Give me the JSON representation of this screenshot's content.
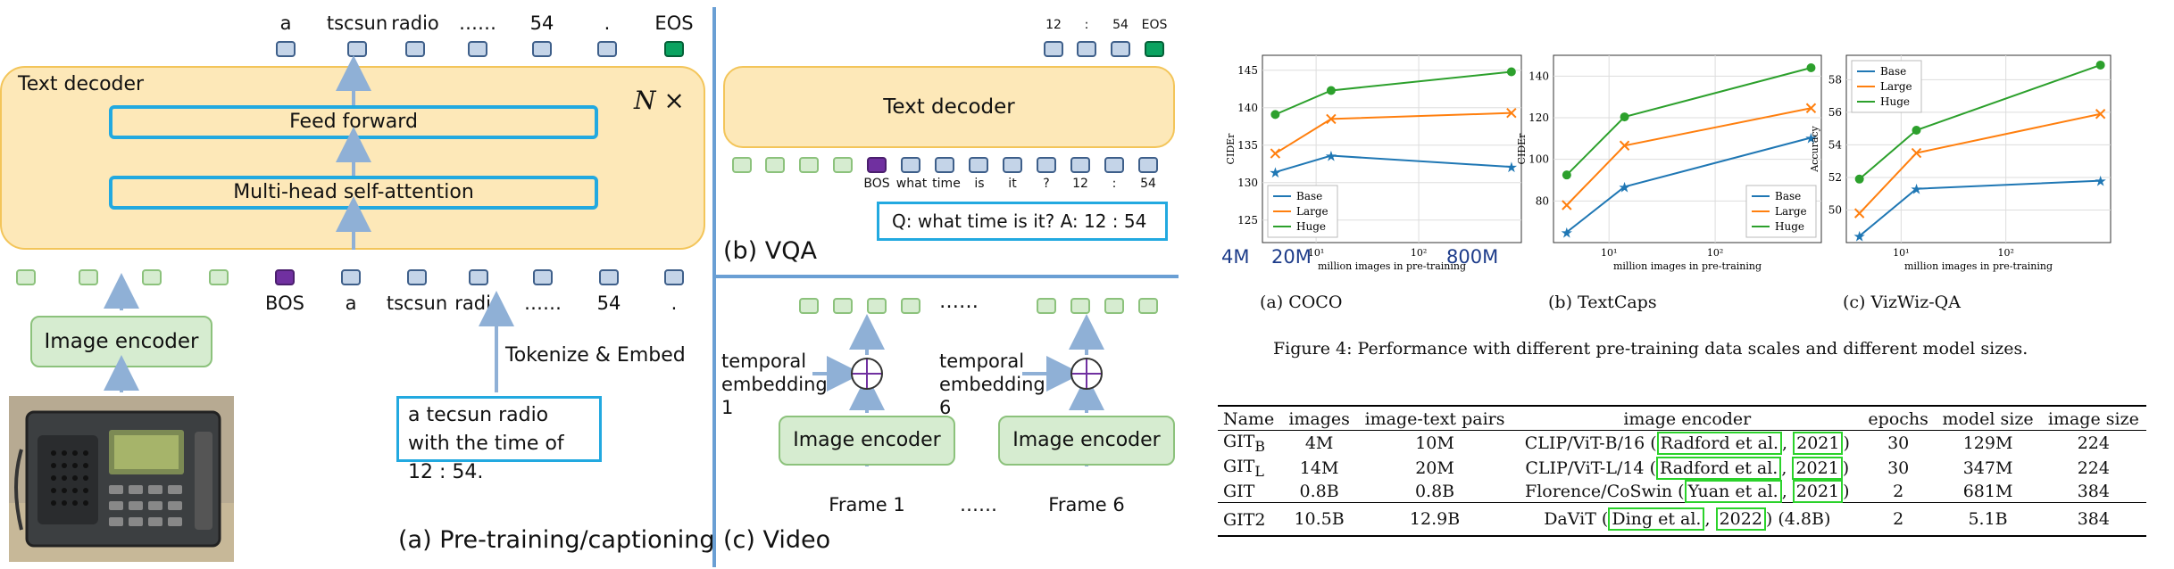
{
  "pretrain": {
    "out_tokens": [
      "a",
      "tscsun",
      "radio",
      "……",
      "54",
      ".",
      "EOS"
    ],
    "decoder_title": "Text decoder",
    "nx": "N ×",
    "ff": "Feed forward",
    "mhsa": "Multi-head self-attention",
    "in_tokens": [
      "BOS",
      "a",
      "tscsun",
      "radio",
      "……",
      "54",
      "."
    ],
    "image_encoder": "Image encoder",
    "tokenize": "Tokenize & Embed",
    "text_box": "a tecsun radio with the time of 12 : 54.",
    "caption": "(a) Pre-training/captioning"
  },
  "vqa": {
    "out_tokens": [
      "12",
      ":",
      "54",
      "EOS"
    ],
    "decoder": "Text decoder",
    "in_tokens": [
      "BOS",
      "what",
      "time",
      "is",
      "it",
      "?",
      "12",
      ":",
      "54"
    ],
    "qa": "Q: what time is it? A: 12 : 54",
    "caption": "(b) VQA"
  },
  "video": {
    "dots": "……",
    "temp1": "temporal embedding 1",
    "temp6": "temporal embedding 6",
    "enc1": "Image encoder",
    "enc6": "Image encoder",
    "frame1": "Frame 1",
    "frame_dots": "……",
    "frame6": "Frame 6",
    "caption": "(c) Video"
  },
  "chart_overlay_ticks": [
    "4M",
    "20M",
    "800M"
  ],
  "chart_data": [
    {
      "type": "line",
      "title": "",
      "caption": "(a) COCO",
      "xlabel": "million images in pre-training",
      "ylabel": "CIDEr",
      "x": [
        4,
        14,
        800
      ],
      "xscale": "log",
      "ylim": [
        122,
        147
      ],
      "yticks": [
        125,
        130,
        135,
        140,
        145
      ],
      "series": [
        {
          "name": "Base",
          "values": [
            131.4,
            133.6,
            132.1
          ],
          "color": "#1f77b4"
        },
        {
          "name": "Large",
          "values": [
            133.9,
            138.5,
            139.3
          ],
          "color": "#ff7f0e"
        },
        {
          "name": "Huge",
          "values": [
            139.1,
            142.3,
            144.8
          ],
          "color": "#2ca02c"
        }
      ],
      "legend": "bottom-left",
      "grid": true
    },
    {
      "type": "line",
      "title": "",
      "caption": "(b) TextCaps",
      "xlabel": "million images in pre-training",
      "ylabel": "CIDEr",
      "x": [
        4,
        14,
        800
      ],
      "xscale": "log",
      "ylim": [
        60,
        150
      ],
      "yticks": [
        80,
        100,
        120,
        140
      ],
      "series": [
        {
          "name": "Base",
          "values": [
            65,
            86.8,
            110.4
          ],
          "color": "#1f77b4"
        },
        {
          "name": "Large",
          "values": [
            78,
            106.6,
            124.6
          ],
          "color": "#ff7f0e"
        },
        {
          "name": "Huge",
          "values": [
            92.5,
            120.4,
            144
          ],
          "color": "#2ca02c"
        }
      ],
      "legend": "bottom-right",
      "grid": true
    },
    {
      "type": "line",
      "title": "",
      "caption": "(c) VizWiz-QA",
      "xlabel": "million images in pre-training",
      "ylabel": "Accuracy",
      "x": [
        4,
        14,
        800
      ],
      "xscale": "log",
      "ylim": [
        48,
        59.5
      ],
      "yticks": [
        50,
        52,
        54,
        56,
        58
      ],
      "series": [
        {
          "name": "Base",
          "values": [
            48.4,
            51.3,
            51.8
          ],
          "color": "#1f77b4"
        },
        {
          "name": "Large",
          "values": [
            49.8,
            53.5,
            55.9
          ],
          "color": "#ff7f0e"
        },
        {
          "name": "Huge",
          "values": [
            51.9,
            54.9,
            58.9
          ],
          "color": "#2ca02c"
        }
      ],
      "legend": "top-left",
      "grid": true
    }
  ],
  "figure_caption": "Figure 4: Performance with different pre-training data scales and different model sizes.",
  "table": {
    "headers": [
      "Name",
      "images",
      "image-text pairs",
      "image encoder",
      "epochs",
      "model size",
      "image size"
    ],
    "rows": [
      {
        "name": "GIT",
        "sub": "B",
        "images": "4M",
        "pairs": "10M",
        "enc_pre": "CLIP/ViT-B/16 (",
        "cite1": "Radford et al.",
        "sep": ", ",
        "cite2": "2021",
        "enc_post": ")",
        "epochs": "30",
        "model": "129M",
        "size": "224"
      },
      {
        "name": "GIT",
        "sub": "L",
        "images": "14M",
        "pairs": "20M",
        "enc_pre": "CLIP/ViT-L/14 (",
        "cite1": "Radford et al.",
        "sep": ", ",
        "cite2": "2021",
        "enc_post": ")",
        "epochs": "30",
        "model": "347M",
        "size": "224"
      },
      {
        "name": "GIT",
        "sub": "",
        "images": "0.8B",
        "pairs": "0.8B",
        "enc_pre": "Florence/CoSwin (",
        "cite1": "Yuan et al.",
        "sep": ", ",
        "cite2": "2021",
        "enc_post": ")",
        "epochs": "2",
        "model": "681M",
        "size": "384"
      },
      {
        "name": "GIT2",
        "sub": "",
        "images": "10.5B",
        "pairs": "12.9B",
        "enc_pre": "DaViT (",
        "cite1": "Ding et al.",
        "sep": ", ",
        "cite2": "2022",
        "enc_post": ") (4.8B)",
        "epochs": "2",
        "model": "5.1B",
        "size": "384"
      }
    ]
  }
}
